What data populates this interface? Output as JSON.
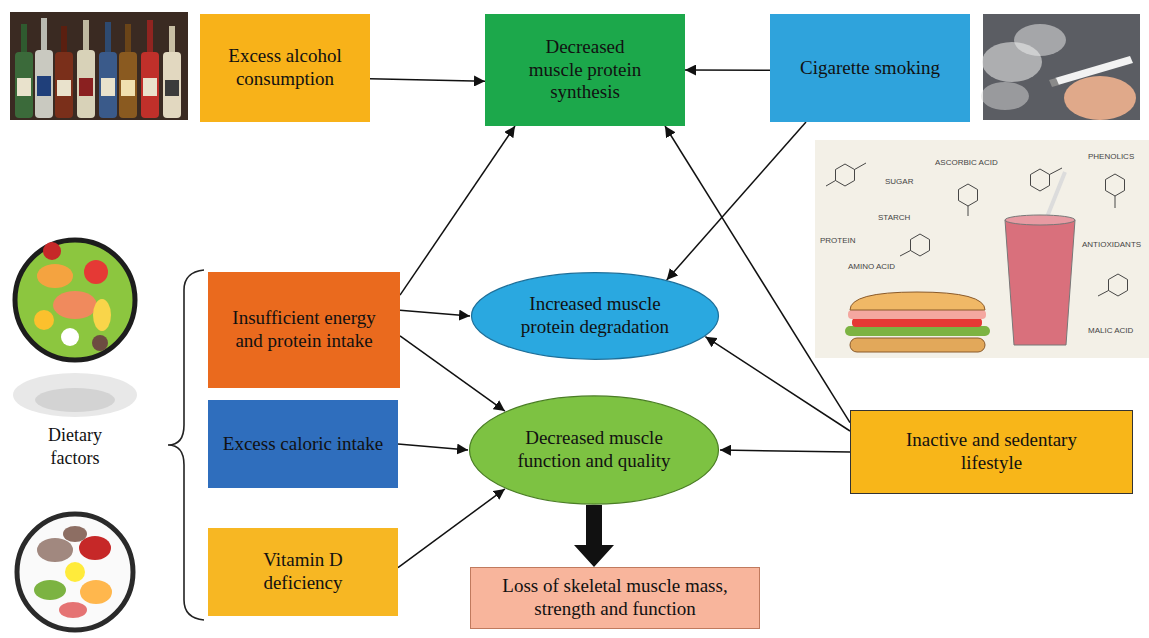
{
  "diagram": {
    "nodes": [
      {
        "text": [
          "Excess alcohol consumption"
        ]
      },
      {
        "text": [
          "Decreased muscle protein synthesis"
        ]
      },
      {
        "text": [
          "Cigarette smoking"
        ]
      },
      {
        "text": [
          "Insufficient energy and protein intake"
        ]
      },
      {
        "text": [
          "Increased muscle protein degradation"
        ]
      },
      {
        "text": [
          "Excess caloric intake"
        ]
      },
      {
        "text": [
          "Decreased muscle function and quality"
        ]
      },
      {
        "text": [
          "Inactive and sedentary lifestyle"
        ]
      },
      {
        "text": [
          "Vitamin D deficiency"
        ]
      },
      {
        "text": [
          "Loss of skeletal muscle mass, strength and function"
        ]
      }
    ],
    "edges": [
      {
        "from": 0,
        "to": 1,
        "arrow": "to"
      },
      {
        "from": 2,
        "to": 1,
        "arrow": "to"
      },
      {
        "from": 2,
        "to": 4,
        "arrow": "to"
      },
      {
        "from": 3,
        "to": 1,
        "arrow": "to"
      },
      {
        "from": 3,
        "to": 4,
        "arrow": "to"
      },
      {
        "from": 3,
        "to": 6,
        "arrow": "to"
      },
      {
        "from": 5,
        "to": 6,
        "arrow": "to"
      },
      {
        "from": 8,
        "to": 6,
        "arrow": "to"
      },
      {
        "from": 7,
        "to": 6,
        "arrow": "to"
      },
      {
        "from": 7,
        "to": 4,
        "arrow": "to"
      },
      {
        "from": 7,
        "to": 1,
        "arrow": "to"
      },
      {
        "from": 6,
        "to": 9,
        "arrow": "to"
      }
    ],
    "labels": [
      "Dietary factors",
      "SUGAR",
      "ASCORBIC ACID",
      "PHENOLICS",
      "STARCH",
      "PROTEIN",
      "AMINO ACID",
      "ANTIOXIDANTS",
      "MALIC ACID"
    ]
  }
}
